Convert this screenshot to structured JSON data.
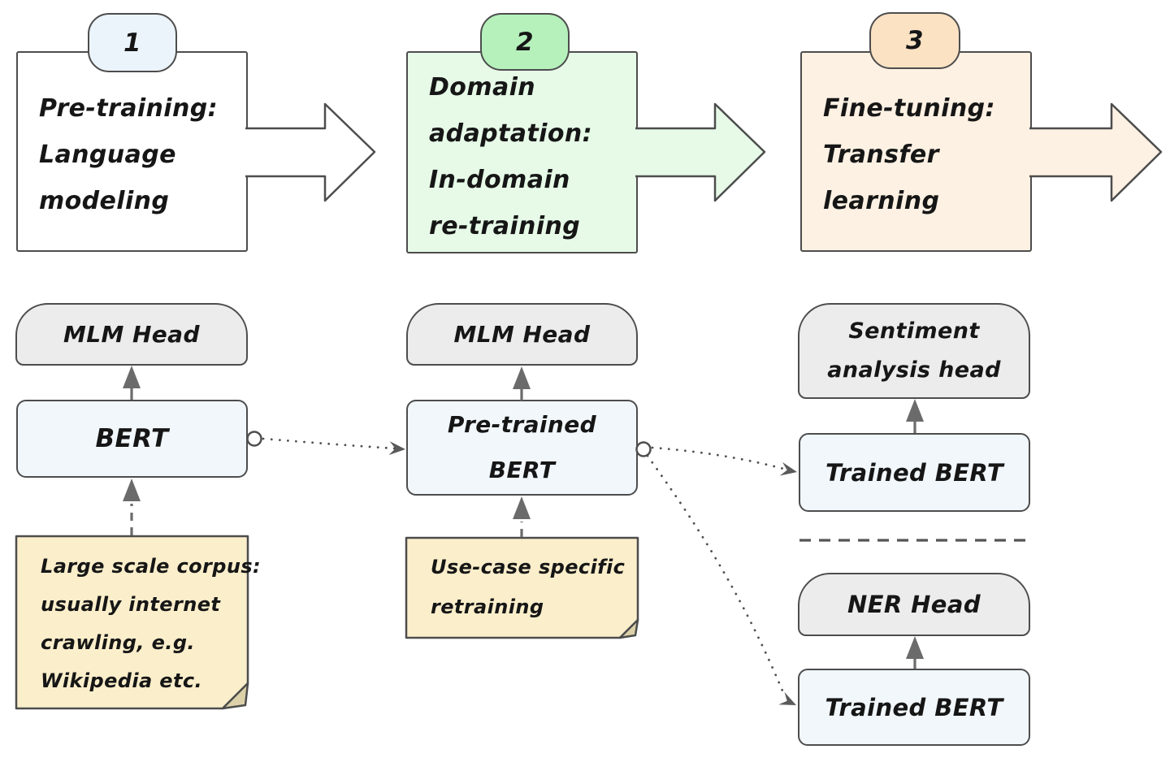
{
  "colors": {
    "border": "#4d4d4d",
    "text": "#161616",
    "arrow_gray": "#6b6b6b",
    "dart": "#5a5a5a",
    "stage1_fill": "#ffffff",
    "stage1_badge": "#ebf4fb",
    "stage2_fill": "#e6fae7",
    "stage2_badge": "#b6f1bc",
    "stage3_fill": "#fdf1e3",
    "stage3_badge": "#fae2c3",
    "head_fill": "#ececec",
    "model_fill": "#f1f7fb",
    "note_fill": "#fbeecb",
    "note_fold": "#dcd1a8"
  },
  "stages": [
    {
      "number": "1",
      "lines": [
        "Pre-training:",
        "Language",
        "modeling"
      ]
    },
    {
      "number": "2",
      "lines": [
        "Domain",
        "adaptation:",
        "In-domain",
        "re-training"
      ]
    },
    {
      "number": "3",
      "lines": [
        "Fine-tuning:",
        "Transfer",
        "learning"
      ]
    }
  ],
  "col1": {
    "head": "MLM Head",
    "model": "BERT",
    "note": [
      "Large scale corpus:",
      "usually internet",
      "crawling, e.g.",
      "Wikipedia etc."
    ]
  },
  "col2": {
    "head": "MLM Head",
    "model_lines": [
      "Pre-trained",
      "BERT"
    ],
    "note": [
      "Use-case specific",
      "retraining"
    ]
  },
  "col3": {
    "task1_head_lines": [
      "Sentiment",
      "analysis head"
    ],
    "task1_model": "Trained BERT",
    "task2_head": "NER Head",
    "task2_model": "Trained BERT"
  }
}
